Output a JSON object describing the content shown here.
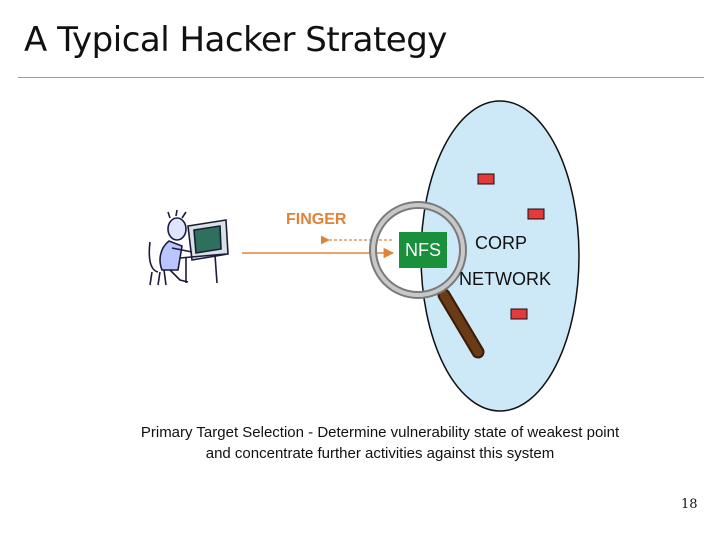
{
  "slide": {
    "title": "A Typical Hacker Strategy",
    "page_number": "18"
  },
  "diagram": {
    "finger_label": "FINGER",
    "nfs_label": "NFS",
    "corp_label": "CORP",
    "network_label": "NETWORK",
    "colors": {
      "network_fill": "#cde8f6",
      "host_fill": "#e53a3a",
      "finger_text": "#e0833a",
      "arrow": "#e0833a",
      "nfs_fill": "#1a8f3c",
      "magnifier_handle": "#5a2e10"
    },
    "icons": [
      "hacker-at-computer-icon",
      "magnifying-glass-icon",
      "host-icon"
    ]
  },
  "caption": {
    "line1": "Primary Target Selection - Determine vulnerability state of weakest point",
    "line2": "and concentrate further activities against this system"
  }
}
